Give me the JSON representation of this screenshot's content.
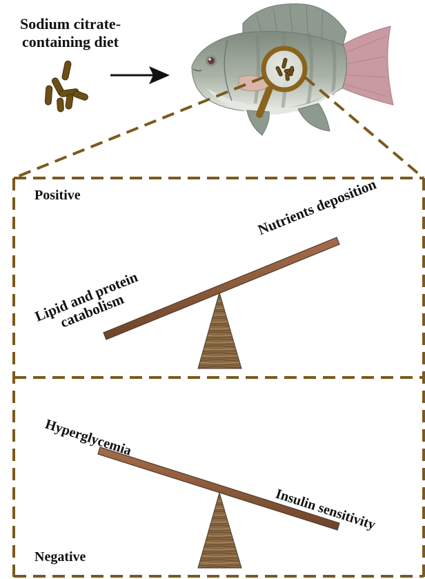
{
  "diet": {
    "line1": "Sodium citrate-",
    "line2": "containing diet"
  },
  "panel_top": {
    "corner_label": "Positive",
    "high_side_label": "Nutrients deposition",
    "low_side_line1": "Lipid and protein",
    "low_side_line2": "catabolism"
  },
  "panel_bottom": {
    "high_side_label": "Hyperglycemia",
    "low_side_label": "Insulin sensitivity",
    "corner_label": "Negative"
  },
  "colors": {
    "frame": "#7a5a1e",
    "pellet": "#6b4f17",
    "lens_ring": "#8a641e",
    "beam": "#8b5a3a",
    "fulcrum": "#8a6a44",
    "fish_body": "#9aa59a",
    "fish_belly": "#e4e8e2",
    "fish_tail": "#c99aa2",
    "arrow": "#111111"
  },
  "icons": [
    "pellet-icon",
    "arrow-right-icon",
    "tilapia-fish-icon",
    "magnifying-glass-icon",
    "seesaw-icon"
  ]
}
